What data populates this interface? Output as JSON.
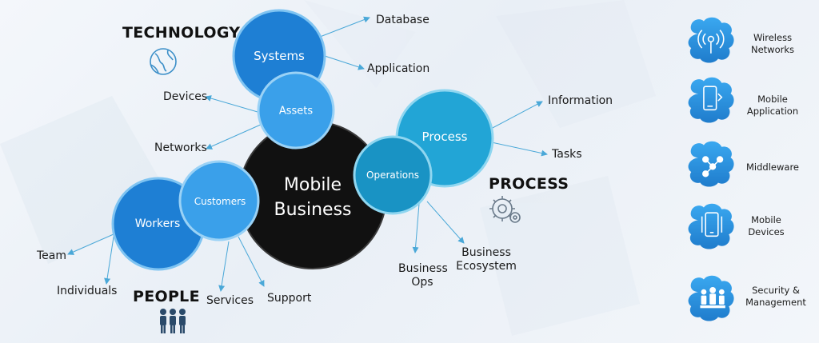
{
  "categories": {
    "technology": "TECHNOLOGY",
    "process": "PROCESS",
    "people": "PEOPLE"
  },
  "center": {
    "line1": "Mobile",
    "line2": "Business"
  },
  "circles": {
    "systems": "Systems",
    "assets": "Assets",
    "process": "Process",
    "operations": "Operations",
    "workers": "Workers",
    "customers": "Customers"
  },
  "leaves": {
    "database": "Database",
    "application": "Application",
    "devices": "Devices",
    "networks": "Networks",
    "information": "Information",
    "tasks": "Tasks",
    "business_ops": [
      "Business",
      "Ops"
    ],
    "business_ecosystem": [
      "Business",
      "Ecosystem"
    ],
    "team": "Team",
    "individuals": "Individuals",
    "services": "Services",
    "support": "Support"
  },
  "sidebar": [
    {
      "icon": "wireless-antenna-icon",
      "lines": [
        "Wireless",
        "Networks"
      ]
    },
    {
      "icon": "mobile-app-icon",
      "lines": [
        "Mobile",
        "Application"
      ]
    },
    {
      "icon": "middleware-nodes-icon",
      "lines": [
        "Middleware"
      ]
    },
    {
      "icon": "mobile-devices-icon",
      "lines": [
        "Mobile",
        "Devices"
      ]
    },
    {
      "icon": "security-management-icon",
      "lines": [
        "Security &",
        "Management"
      ]
    }
  ],
  "colors": {
    "center": "#111111",
    "dark_blue": "#1e7fd4",
    "light_blue": "#3aa0ea",
    "teal": "#22a5d6",
    "teal_inner": "#1993c4",
    "arrow": "#4aa8d8",
    "cloud": "#2a8fe0"
  }
}
